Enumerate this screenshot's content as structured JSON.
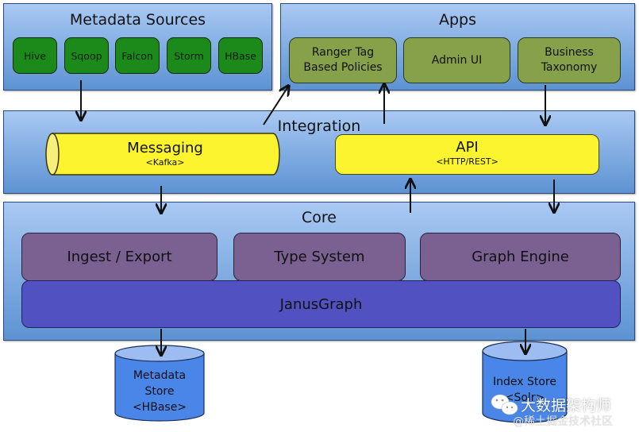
{
  "diagram": {
    "metadata_sources": {
      "title": "Metadata Sources",
      "items": [
        "Hive",
        "Sqoop",
        "Falcon",
        "Storm",
        "HBase"
      ]
    },
    "apps": {
      "title": "Apps",
      "items": [
        {
          "line1": "Ranger Tag",
          "line2": "Based Policies"
        },
        {
          "line1": "Admin UI",
          "line2": ""
        },
        {
          "line1": "Business",
          "line2": "Taxonomy"
        }
      ]
    },
    "integration": {
      "title": "Integration",
      "messaging": {
        "label": "Messaging",
        "sub": "<Kafka>"
      },
      "api": {
        "label": "API",
        "sub": "<HTTP/REST>"
      }
    },
    "core": {
      "title": "Core",
      "components": [
        "Ingest / Export",
        "Type System",
        "Graph Engine"
      ],
      "graph_db": "JanusGraph"
    },
    "stores": {
      "metadata_store": {
        "line1": "Metadata",
        "line2": "Store",
        "line3": "<HBase>"
      },
      "index_store": {
        "line1": "Index Store",
        "line2": "<Solr>"
      }
    },
    "colors": {
      "panel": "#86b0e4",
      "source_box": "#1b8a1b",
      "app_box": "#86a14a",
      "integration_component": "#fbf42e",
      "core_component": "#7a6192",
      "graph_db": "#5151c1",
      "store": "#4a86e8"
    }
  },
  "watermark": {
    "line1": "大数据架构师",
    "line2": "@稀土掘金技术社区"
  }
}
